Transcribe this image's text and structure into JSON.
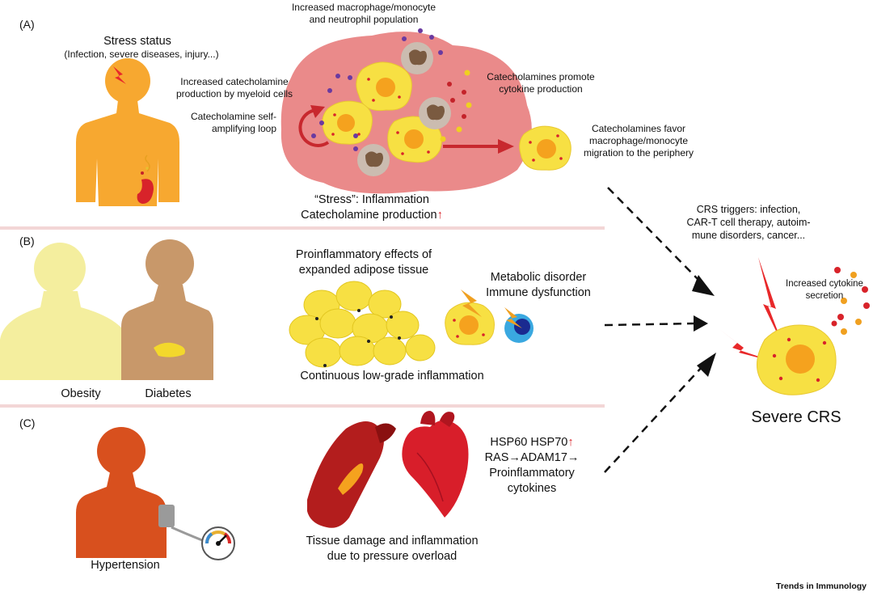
{
  "panels": {
    "a": {
      "letter": "(A)",
      "stress_title": "Stress status",
      "stress_sub": "(Infection, severe diseases, injury...)",
      "increased_pop": "Increased macrophage/monocyte and neutrophil population",
      "increased_catechol": "Increased catecholamine production by myeloid cells",
      "self_loop": "Catecholamine self-amplifying loop",
      "promote_cytokine": "Catecholamines promote cytokine production",
      "favor_migration": "Catecholamines favor macrophage/monocyte migration to the periphery",
      "stress_inflammation": "“Stress”: Inflammation",
      "catechol_production": "Catecholamine production",
      "up_arrow": "↑"
    },
    "b": {
      "letter": "(B)",
      "adipose": "Proinflammatory effects of expanded adipose tissue",
      "metabolic": "Metabolic disorder",
      "immune": "Immune dysfunction",
      "low_grade": "Continuous low-grade inflammation",
      "obesity": "Obesity",
      "diabetes": "Diabetes"
    },
    "c": {
      "letter": "(C)",
      "hsp": "HSP60 HSP70",
      "up_arrow": "↑",
      "ras": "RAS→ADAM17→",
      "proinflammatory": "Proinflammatory",
      "cytokines": "cytokines",
      "tissue_damage": "Tissue damage and inflammation",
      "pressure": "due to pressure overload",
      "hypertension": "Hypertension"
    }
  },
  "right": {
    "triggers_1": "CRS triggers: infection,",
    "triggers_2": "CAR-T cell therapy, autoim-",
    "triggers_3": "mune disorders, cancer...",
    "cytokine_1": "Increased cytokine",
    "cytokine_2": "secretion",
    "severe": "Severe CRS"
  },
  "footer": {
    "journal": "Trends in Immunology"
  },
  "colors": {
    "orange_body": "#f7a830",
    "tan_body": "#c8986a",
    "pale_body": "#f4ee9e",
    "red_body": "#d8501e",
    "inflamed_tissue": "#ea8a8a",
    "cell_yellow": "#f7e043",
    "nucleus_orange": "#f5a21e",
    "bolt_red": "#e8282a",
    "divider_pink": "#f3d6d6"
  }
}
